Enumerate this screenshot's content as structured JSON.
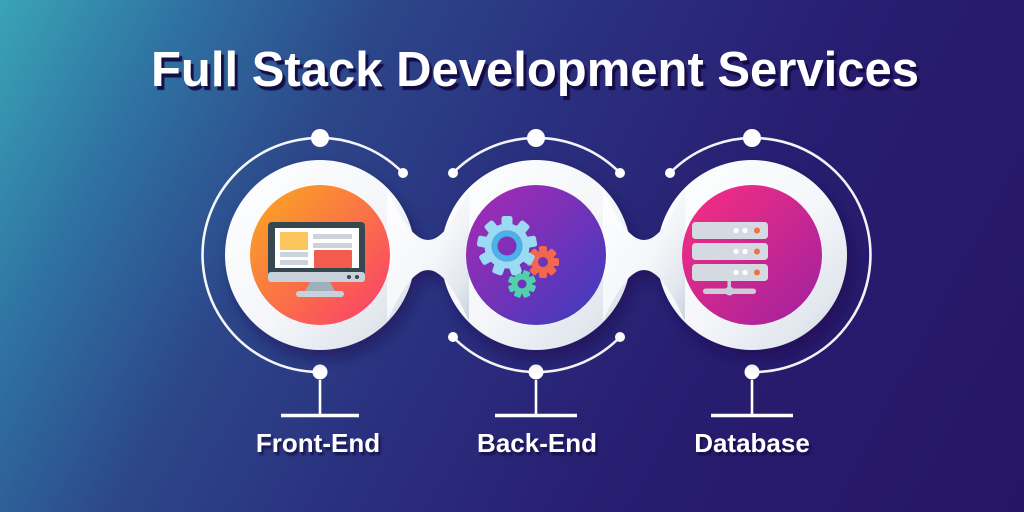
{
  "title": "Full Stack Development Services",
  "background": {
    "gradient_from": "#3aa4b6",
    "gradient_mid": "#2b3a82",
    "gradient_to": "#261566"
  },
  "accent": {
    "line_color": "#ffffff",
    "title_color": "#ffffff",
    "title_shadow": "#130a42"
  },
  "services": [
    {
      "label": "Front-End",
      "icon": "monitor-icon",
      "gradient": {
        "from": "#fbab1e",
        "to": "#f93b6d"
      }
    },
    {
      "label": "Back-End",
      "icon": "gears-icon",
      "gradient": {
        "from": "#ab29b4",
        "to": "#3a3cbd"
      }
    },
    {
      "label": "Database",
      "icon": "server-icon",
      "gradient": {
        "from": "#fa2e80",
        "to": "#9e21a0"
      }
    }
  ]
}
